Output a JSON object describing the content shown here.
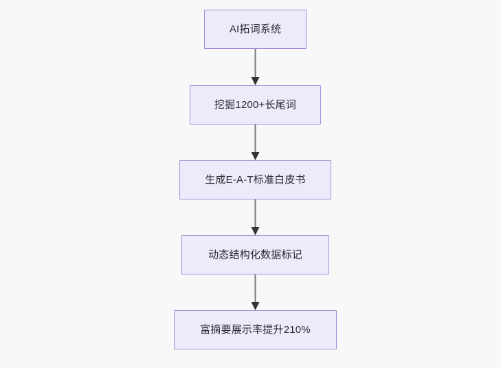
{
  "diagram": {
    "type": "flowchart",
    "orientation": "top-to-bottom",
    "background_color": "#f8f8f8",
    "node_fill_color": "#ecebfc",
    "node_border_color": "#a78bda",
    "node_text_color": "#29282f",
    "edge_color": "#7a7a7a",
    "arrowhead_color": "#333333",
    "nodes": [
      {
        "id": "n1",
        "label": "AI拓词系统"
      },
      {
        "id": "n2",
        "label": "挖掘1200+长尾词"
      },
      {
        "id": "n3",
        "label": "生成E-A-T标准白皮书"
      },
      {
        "id": "n4",
        "label": "动态结构化数据标记"
      },
      {
        "id": "n5",
        "label": "富摘要展示率提升210%"
      }
    ],
    "edges": [
      {
        "from": "n1",
        "to": "n2",
        "label": ""
      },
      {
        "from": "n2",
        "to": "n3",
        "label": ""
      },
      {
        "from": "n3",
        "to": "n4",
        "label": ""
      },
      {
        "from": "n4",
        "to": "n5",
        "label": ""
      }
    ]
  }
}
